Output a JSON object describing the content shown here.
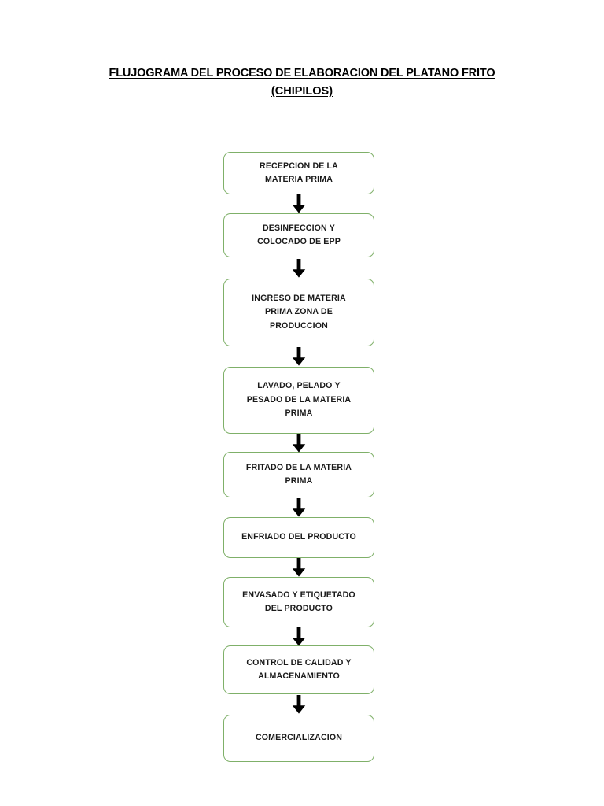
{
  "document": {
    "title_lines": [
      "FLUJOGRAMA DEL PROCESO DE ELABORACION DEL PLATANO FRITO",
      "(CHIPILOS)"
    ],
    "background_color": "#FFFFFF",
    "title_color": "#000000"
  },
  "style": {
    "node_border_color": "#7FB069",
    "node_fill_color": "#FFFFFF",
    "node_text_color": "#1A1A1A",
    "arrow_color": "#000000"
  },
  "flowchart": {
    "type": "linear-process-flow",
    "orientation": "top-to-bottom",
    "connector_icon": "down-arrow-icon",
    "steps": [
      {
        "id": "step-1",
        "label": "RECEPCION DE LA\nMATERIA PRIMA"
      },
      {
        "id": "step-2",
        "label": "DESINFECCION Y\nCOLOCADO DE EPP"
      },
      {
        "id": "step-3",
        "label": "INGRESO DE MATERIA\nPRIMA ZONA DE\nPRODUCCION"
      },
      {
        "id": "step-4",
        "label": "LAVADO, PELADO Y\nPESADO DE LA MATERIA\nPRIMA"
      },
      {
        "id": "step-5",
        "label": "FRITADO DE LA MATERIA\nPRIMA"
      },
      {
        "id": "step-6",
        "label": "ENFRIADO DEL PRODUCTO"
      },
      {
        "id": "step-7",
        "label": "ENVASADO Y ETIQUETADO\nDEL PRODUCTO"
      },
      {
        "id": "step-8",
        "label": "CONTROL DE CALIDAD Y\nALMACENAMIENTO"
      },
      {
        "id": "step-9",
        "label": "COMERCIALIZACION"
      }
    ]
  }
}
